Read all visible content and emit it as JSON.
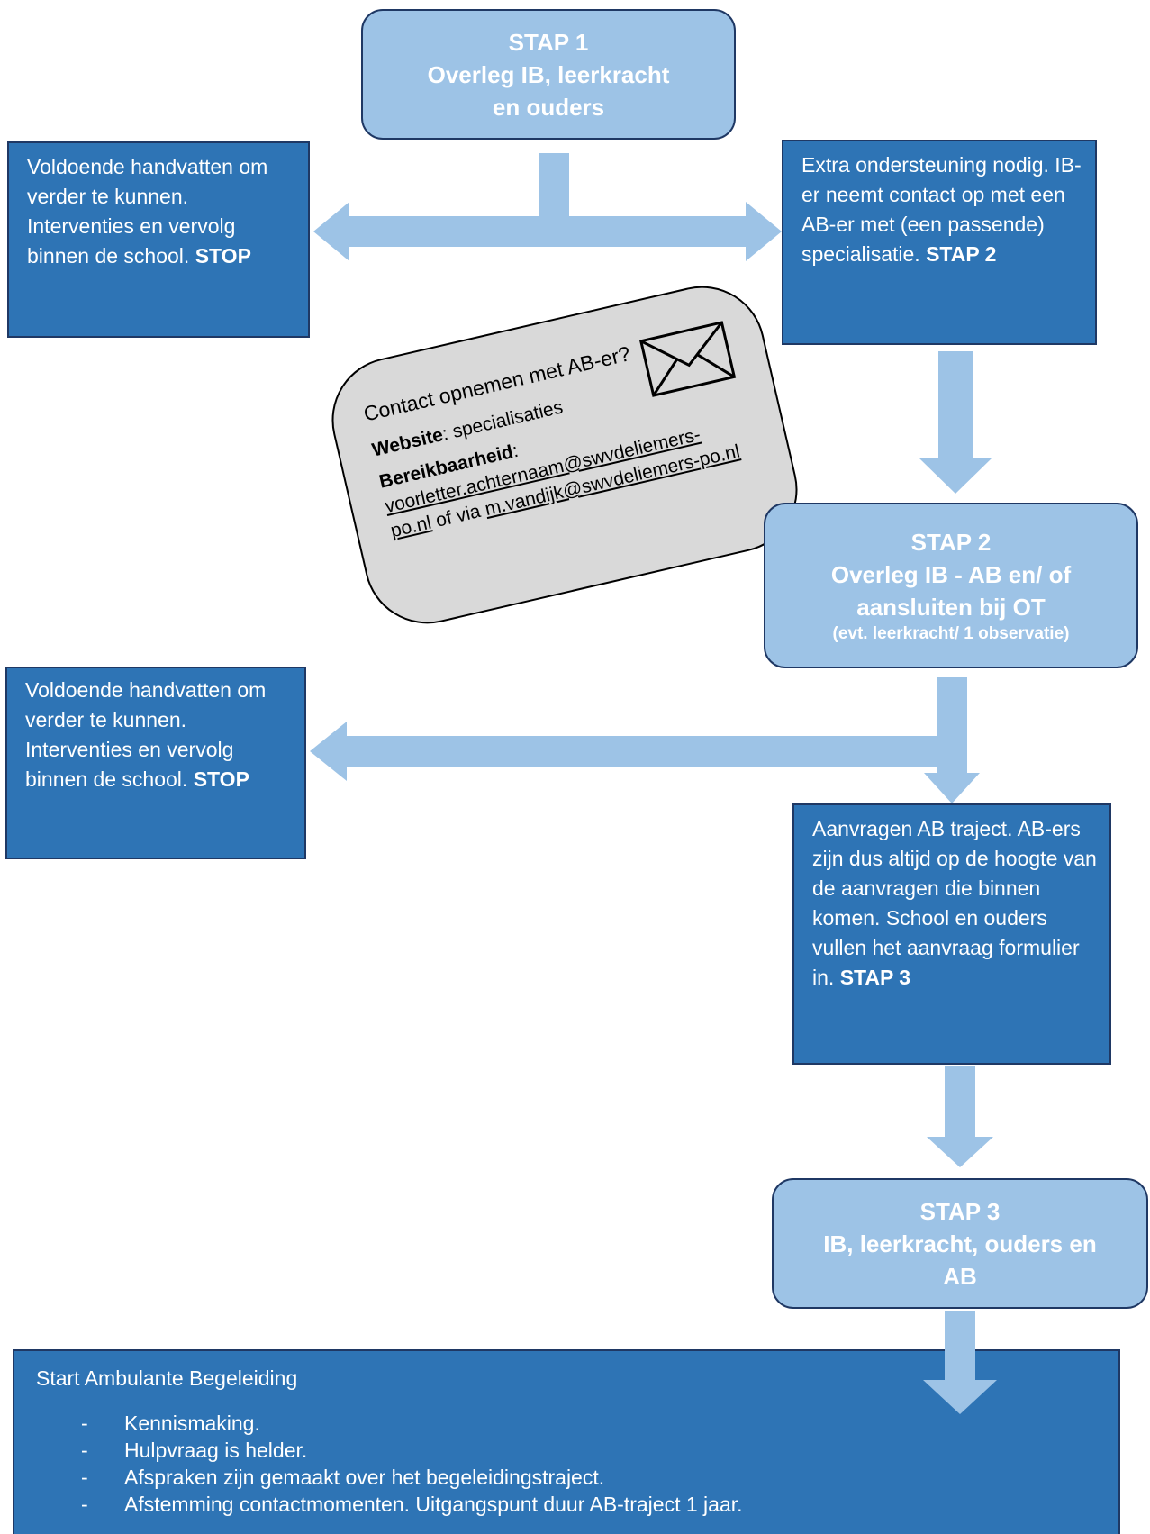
{
  "step1": {
    "title": "STAP 1",
    "line1": "Overleg IB, leerkracht",
    "line2": "en ouders"
  },
  "stop_box_1": {
    "text": "Voldoende handvatten om verder te kunnen. Interventies en vervolg binnen de school.",
    "bold": "STOP"
  },
  "extra_box": {
    "text": "Extra ondersteuning nodig. IB-er neemt contact op met een AB-er met (een passende) specialisatie.",
    "bold": "STAP 2"
  },
  "contact_card": {
    "question": "Contact opnemen met AB-er?",
    "website_label": "Website",
    "website_value": ": specialisaties",
    "reach_label": "Bereikbaarheid",
    "reach_colon": ":",
    "email_generic": "voorletter.achternaam@swvdeliemers-po.nl",
    "or_via": " of via ",
    "email_specific": "m.vandijk@swvdeliemers-po.nl",
    "icon": "envelope-icon"
  },
  "step2": {
    "title": "STAP 2",
    "line1": "Overleg IB - AB en/ of",
    "line2": "aansluiten bij OT",
    "sub": "(evt. leerkracht/ 1 observatie)"
  },
  "stop_box_2": {
    "text": "Voldoende handvatten om verder te kunnen. Interventies en vervolg binnen de school.",
    "bold": "STOP"
  },
  "request_box": {
    "text": "Aanvragen AB traject. AB-ers zijn dus altijd op de hoogte van de aanvragen die binnen komen. School en ouders vullen het aanvraag formulier in.",
    "bold": "STAP 3"
  },
  "step3": {
    "title": "STAP 3",
    "line1": "IB, leerkracht, ouders en",
    "line2": "AB"
  },
  "start_box": {
    "title": "Start Ambulante Begeleiding",
    "items": [
      "Kennismaking.",
      "Hulpvraag is helder.",
      "Afspraken zijn gemaakt over het begeleidingstraject.",
      "Afstemming contactmomenten. Uitgangspunt duur AB-traject 1 jaar."
    ]
  },
  "colors": {
    "dark_box": "#2e74b5",
    "step_box": "#9dc3e6",
    "arrow": "#9dc3e6",
    "card": "#d9d9d9",
    "border": "#1f3864"
  }
}
